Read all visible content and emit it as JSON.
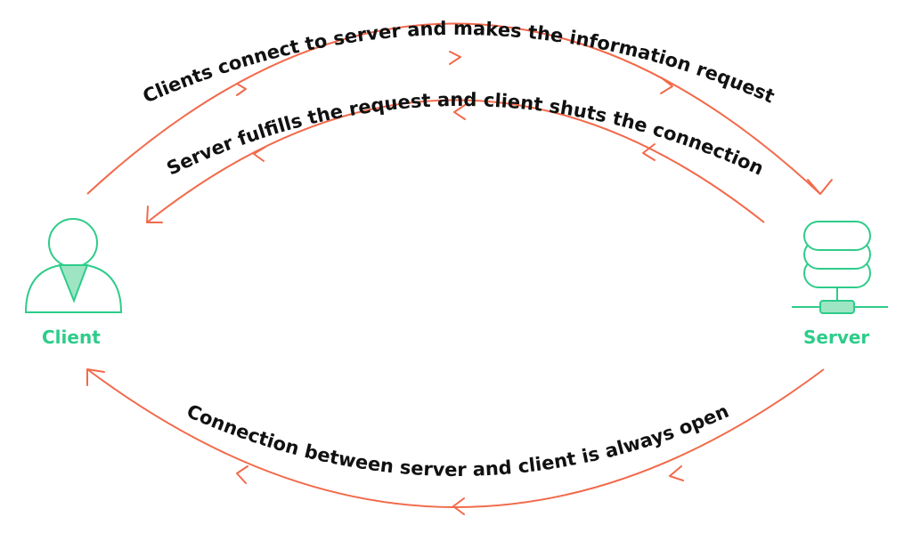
{
  "diagram": {
    "client_label": "Client",
    "server_label": "Server",
    "arrow_top_outer": "Clients connect to server and makes the information request",
    "arrow_top_inner": "Server fulfills the request and client shuts the connection",
    "arrow_bottom": "Connection between server and client is always open"
  },
  "colors": {
    "arrow": "#f26a4b",
    "node": "#2ecc8a",
    "node_fill": "#9ee5c4",
    "text": "#111111"
  },
  "icons": {
    "client": "user-icon",
    "server": "database-server-icon"
  }
}
